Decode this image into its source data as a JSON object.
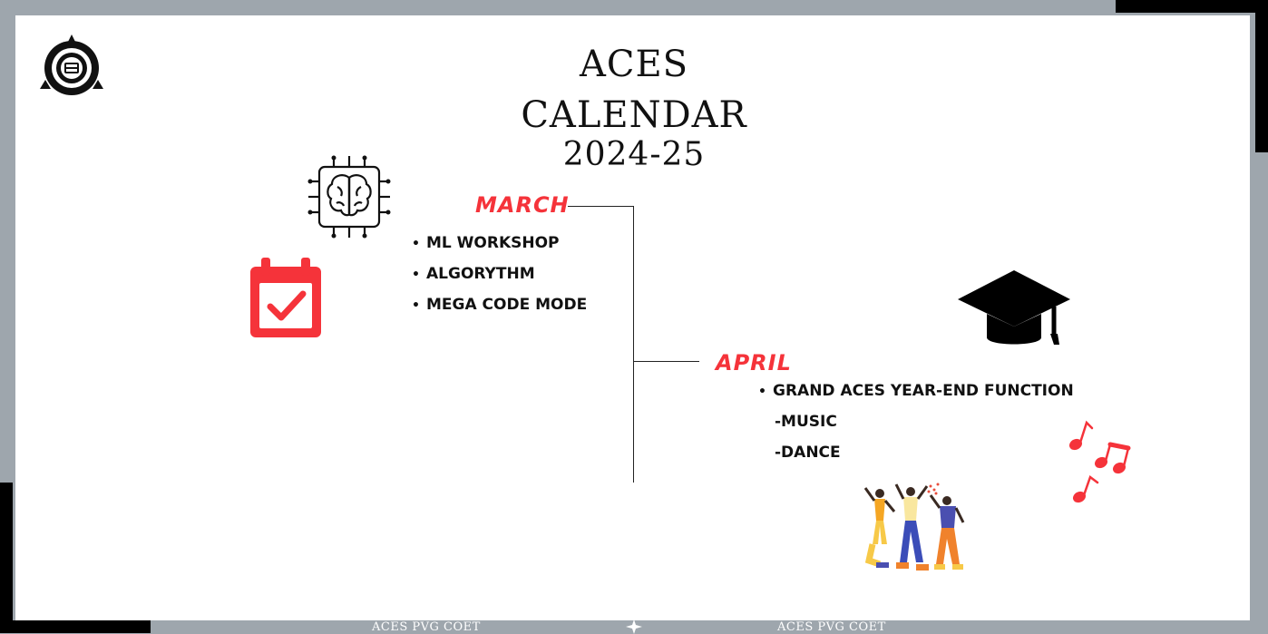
{
  "title": {
    "line1": "ACES",
    "line2": "CALENDAR",
    "line3": "2024-25"
  },
  "colors": {
    "accent_red": "#f5333a",
    "frame_gray": "#9ea6ad",
    "text": "#111111"
  },
  "timeline": {
    "march": {
      "label": "MARCH",
      "bullet": "•",
      "items": [
        "ML WORKSHOP",
        "ALGORYTHM",
        "MEGA CODE MODE"
      ]
    },
    "april": {
      "label": "APRIL",
      "bullet": "•",
      "items": [
        "GRAND ACES YEAR-END FUNCTION"
      ],
      "sub_items": [
        "-MUSIC",
        "-DANCE"
      ]
    }
  },
  "footer": {
    "left": "ACES PVG COET",
    "right": "ACES PVG COET"
  },
  "icons": [
    "aces-logo-icon",
    "brain-chip-icon",
    "calendar-check-icon",
    "graduation-cap-icon",
    "music-notes-icon",
    "dancers-illustration"
  ]
}
